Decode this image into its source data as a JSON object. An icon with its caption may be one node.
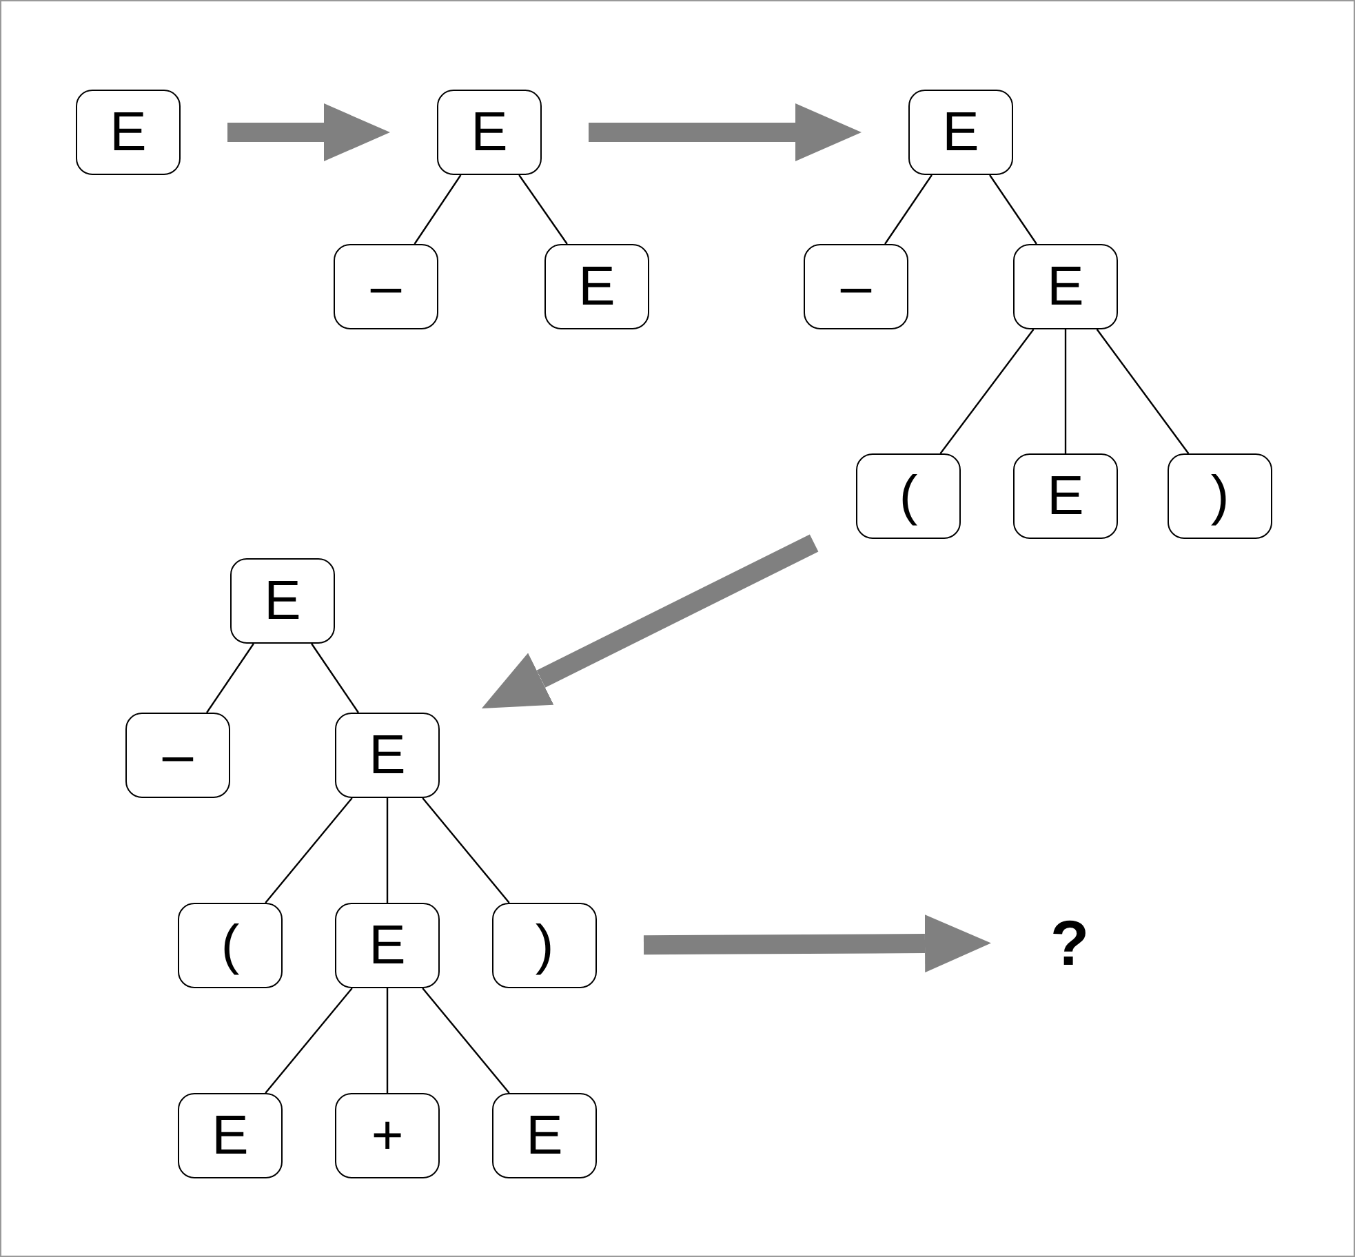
{
  "diagram": {
    "nodes": [
      {
        "text": [
          "E"
        ]
      },
      {
        "text": [
          "E"
        ]
      },
      {
        "text": [
          "–"
        ]
      },
      {
        "text": [
          "E"
        ]
      },
      {
        "text": [
          "E"
        ]
      },
      {
        "text": [
          "–"
        ]
      },
      {
        "text": [
          "E"
        ]
      },
      {
        "text": [
          "("
        ]
      },
      {
        "text": [
          "E"
        ]
      },
      {
        "text": [
          ")"
        ]
      },
      {
        "text": [
          "E"
        ]
      },
      {
        "text": [
          "–"
        ]
      },
      {
        "text": [
          "E"
        ]
      },
      {
        "text": [
          "("
        ]
      },
      {
        "text": [
          "E"
        ]
      },
      {
        "text": [
          ")"
        ]
      },
      {
        "text": [
          "E"
        ]
      },
      {
        "text": [
          "+"
        ]
      },
      {
        "text": [
          "E"
        ]
      },
      {
        "text": [
          "?"
        ]
      }
    ],
    "edges": [
      {
        "from": 0,
        "to": 1,
        "arrow": "to",
        "style": "thick",
        "color": "#808080"
      },
      {
        "from": 1,
        "to": 2,
        "arrow": "none"
      },
      {
        "from": 1,
        "to": 3,
        "arrow": "none"
      },
      {
        "from": 1,
        "to": 4,
        "arrow": "to",
        "style": "thick",
        "color": "#808080"
      },
      {
        "from": 4,
        "to": 5,
        "arrow": "none"
      },
      {
        "from": 4,
        "to": 6,
        "arrow": "none"
      },
      {
        "from": 6,
        "to": 7,
        "arrow": "none"
      },
      {
        "from": 6,
        "to": 8,
        "arrow": "none"
      },
      {
        "from": 6,
        "to": 9,
        "arrow": "none"
      },
      {
        "from": 7,
        "to": 12,
        "arrow": "to",
        "style": "thick",
        "color": "#808080"
      },
      {
        "from": 10,
        "to": 11,
        "arrow": "none"
      },
      {
        "from": 10,
        "to": 12,
        "arrow": "none"
      },
      {
        "from": 12,
        "to": 13,
        "arrow": "none"
      },
      {
        "from": 12,
        "to": 14,
        "arrow": "none"
      },
      {
        "from": 12,
        "to": 15,
        "arrow": "none"
      },
      {
        "from": 14,
        "to": 16,
        "arrow": "none"
      },
      {
        "from": 14,
        "to": 17,
        "arrow": "none"
      },
      {
        "from": 14,
        "to": 18,
        "arrow": "none"
      },
      {
        "from": 15,
        "to": 19,
        "arrow": "to",
        "style": "thick",
        "color": "#808080"
      }
    ]
  }
}
